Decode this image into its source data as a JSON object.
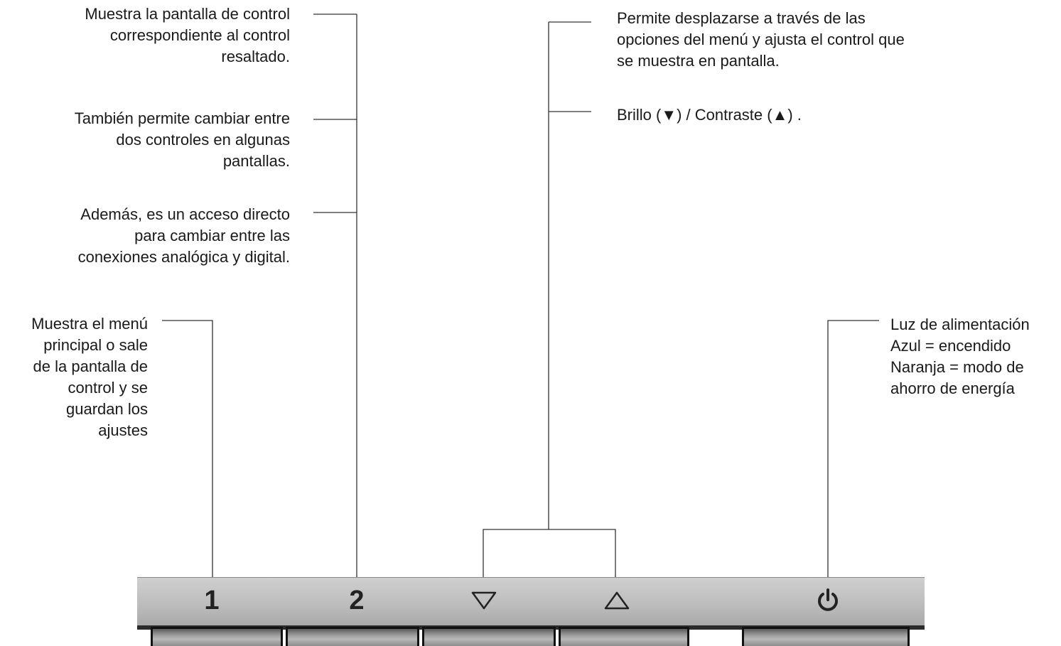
{
  "callouts": {
    "button2_a": [
      "Muestra la pantalla de control",
      "correspondiente al control",
      "resaltado."
    ],
    "button2_b": [
      "También permite cambiar entre",
      "dos controles en algunas",
      "pantallas."
    ],
    "button2_c": [
      "Además, es un acceso directo",
      "para cambiar entre las",
      "conexiones analógica y digital."
    ],
    "button1": [
      "Muestra el menú",
      "principal o sale",
      "de la pantalla de",
      "control y se",
      "guardan los",
      "ajustes"
    ],
    "arrows_a": [
      "Permite desplazarse a través de las",
      "opciones del menú y ajusta el control que",
      "se muestra en pantalla."
    ],
    "arrows_b": [
      "Brillo (▼) / Contraste  (▲) ."
    ],
    "power": [
      "Luz de alimentación",
      "Azul = encendido",
      "Naranja = modo de",
      "ahorro de energía"
    ]
  },
  "panel": {
    "key1_label": "1",
    "key2_label": "2",
    "down_icon": "down-triangle-outline-icon",
    "up_icon": "up-triangle-outline-icon",
    "power_icon": "power-icon"
  },
  "colors": {
    "panel": "#bdbdbd",
    "line": "#333333",
    "text": "#1a1a1a"
  }
}
